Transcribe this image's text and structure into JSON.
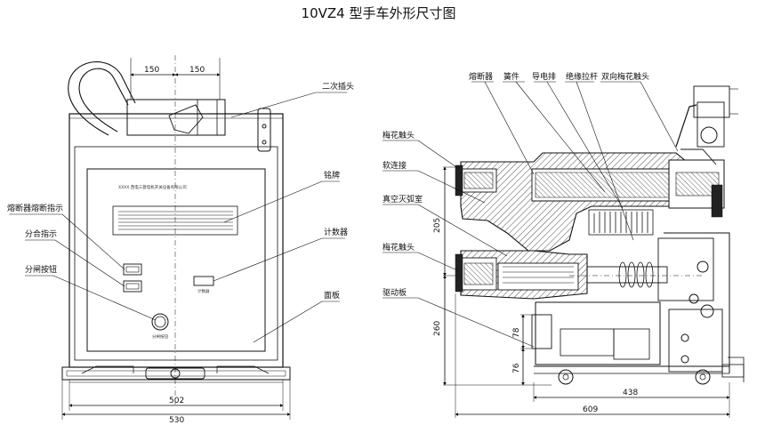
{
  "title": "10VZ4 型手车外形尺寸图",
  "front_view": {
    "labels": {
      "secondary_plug": "二次插头",
      "nameplate": "铭牌",
      "counter": "计数器",
      "panel": "面板",
      "fuse_indicator": "熔断器熔断指示",
      "open_close_indicator": "分合指示",
      "open_button": "分闸按钮"
    },
    "panel_text": "XXXX 西电三菱电机开关设备有限公司",
    "counter_text": "计数器",
    "button_text": "分闸按钮",
    "dims": {
      "top_left": "150",
      "top_right": "150",
      "width_inner": "502",
      "width_outer": "530"
    }
  },
  "side_view": {
    "labels": {
      "fuse": "熔断器",
      "spring_plate": "簧件",
      "conductor": "导电排",
      "insulating_rod": "绝缘拉杆",
      "bidirectional_contact": "双向梅花触头",
      "plum_contact_upper": "梅花触头",
      "soft_link": "软连接",
      "vacuum_interrupter": "真空灭弧室",
      "plum_contact_lower": "梅花触头",
      "drive_plate": "驱动板"
    },
    "dims": {
      "d205": "205",
      "d260": "260",
      "d78": "78",
      "d76": "76",
      "d438": "438",
      "d609": "609"
    }
  }
}
